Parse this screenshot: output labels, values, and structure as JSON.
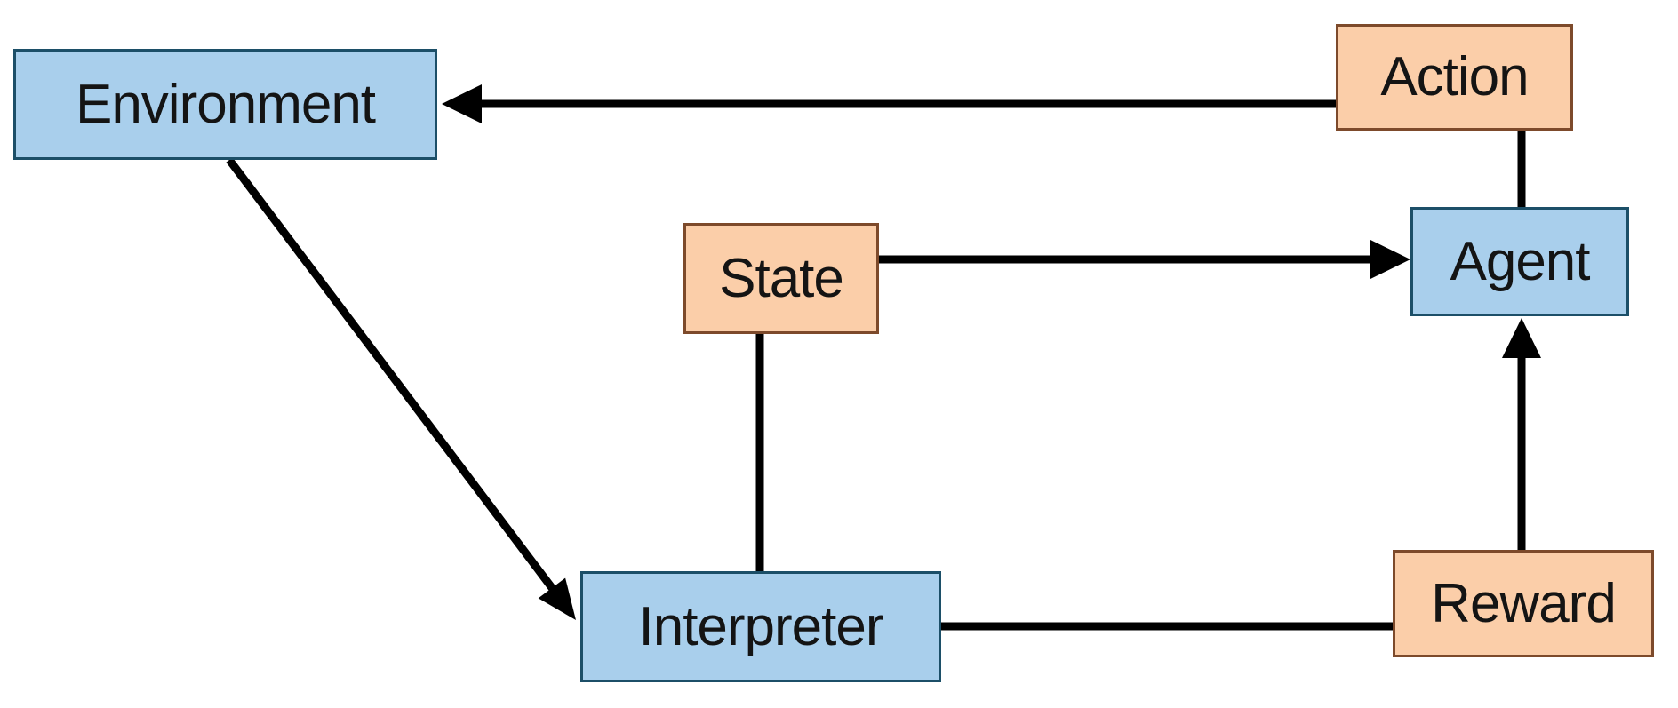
{
  "diagram": {
    "type": "flowchart",
    "description": "Reinforcement learning loop diagram",
    "nodes": [
      {
        "id": "environment",
        "label": "Environment",
        "kind": "blue"
      },
      {
        "id": "action",
        "label": "Action",
        "kind": "orange"
      },
      {
        "id": "state",
        "label": "State",
        "kind": "orange"
      },
      {
        "id": "agent",
        "label": "Agent",
        "kind": "blue"
      },
      {
        "id": "interpreter",
        "label": "Interpreter",
        "kind": "blue"
      },
      {
        "id": "reward",
        "label": "Reward",
        "kind": "orange"
      }
    ],
    "edges": [
      {
        "from": "action",
        "to": "environment",
        "directed": true
      },
      {
        "from": "environment",
        "to": "interpreter",
        "directed": true
      },
      {
        "from": "state",
        "to": "agent",
        "directed": true
      },
      {
        "from": "state",
        "to": "interpreter",
        "directed": false
      },
      {
        "from": "interpreter",
        "to": "reward",
        "directed": false
      },
      {
        "from": "reward",
        "to": "agent",
        "directed": true
      },
      {
        "from": "action",
        "to": "agent",
        "directed": false
      }
    ]
  },
  "colors": {
    "blue_fill": "#A9CFEC",
    "blue_border": "#1C4F68",
    "orange_fill": "#FBCEA9",
    "orange_border": "#7D4A2B",
    "connector": "#000000",
    "background": "#FFFFFF",
    "text": "#141414"
  }
}
